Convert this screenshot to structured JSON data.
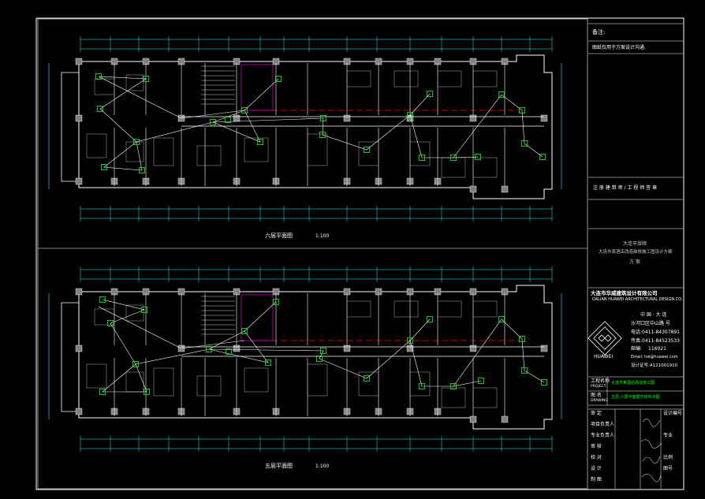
{
  "plans": [
    {
      "title": "六层平面图",
      "scale": "1:100"
    },
    {
      "title": "五层平面图",
      "scale": "1:100"
    }
  ],
  "notes": {
    "heading": "备注:",
    "line1": "图纸仅用于方案设计沟通."
  },
  "seal": {
    "line": "注 册 建 筑 师 / 工 程 师 签 章"
  },
  "project": {
    "owner": "大连市旅顺",
    "name": "大连市某酒店改造装修施工图设计方案",
    "phase": "方 案"
  },
  "company": {
    "name_cn": "大连市华威建筑设计有限公司",
    "name_en": "DALIAN HUAWEI ARCHITECTURAL DESIGN CO.",
    "country_city": "中 国 · 大 连",
    "address": "沙河口区中山路 号",
    "tel": "电话:0411-84307891",
    "fax": "传真:0411-84523533",
    "zip_label": "邮编:",
    "zip": "116021",
    "email": "Email: hw@huawei.com",
    "cert": "设计证号:A121001910",
    "logo_text": "HUAWEI"
  },
  "titleblock": {
    "project_label": "工程名称",
    "project_label_en": "PROJECT",
    "project_value": "大连市某酒店改造施工图",
    "drawing_label": "图 名",
    "drawing_label_en": "DRAWING",
    "drawing_value": "五层,六层平面图无线布点图",
    "rows": [
      {
        "label": "审 定",
        "value": "",
        "right_label": "设计编号"
      },
      {
        "label": "项目负责人",
        "value": "",
        "right_label": ""
      },
      {
        "label": "专业负责人",
        "value": "",
        "right_label": "专业"
      },
      {
        "label": "审 核",
        "value": "",
        "right_label": ""
      },
      {
        "label": "校 对",
        "value": "",
        "right_label": "比例"
      },
      {
        "label": "设 计",
        "value": "",
        "right_label": "图号"
      },
      {
        "label": "制 图",
        "value": "",
        "right_label": ""
      }
    ]
  },
  "colors": {
    "background": "#000000",
    "frame": "#ffffff",
    "wall": "#ffffff",
    "dimension": "#00ffff",
    "cable": "#ffffff",
    "corridor_line": "#ff0000",
    "access_point": "#00ff00",
    "grid_axis": "#ff00ff",
    "text": "#ffff00"
  },
  "icons": {
    "access_point": "wifi-ap-icon",
    "logo": "huawei-logo-icon"
  }
}
